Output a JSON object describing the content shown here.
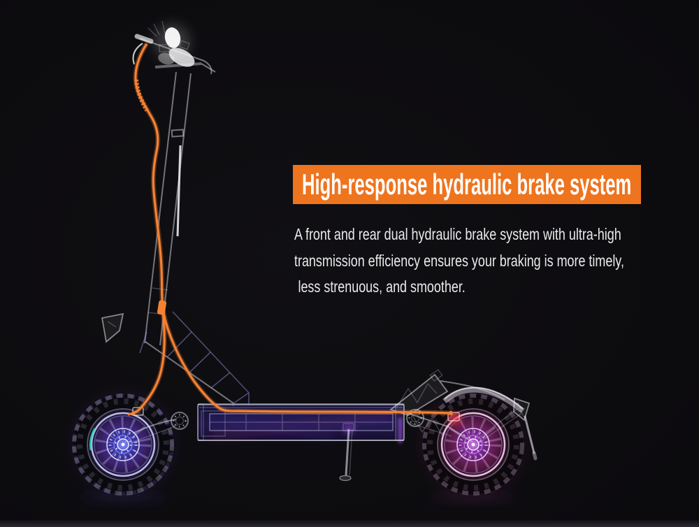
{
  "headline": {
    "text": "High-response hydraulic brake system"
  },
  "body": {
    "lines": [
      "A front and rear dual hydraulic brake system with ultra-high",
      "transmission efficiency ensures your braking is more timely,",
      "less strenuous, and smoother."
    ]
  },
  "illustration": {
    "name": "electric-scooter-xray-render",
    "parts": [
      "handlebar",
      "headlight",
      "stem",
      "folding-frame",
      "battery-deck",
      "kickstand",
      "front-wheel",
      "rear-wheel",
      "rear-fender",
      "tail-reflector",
      "hydraulic-brake-lines",
      "front-brake-caliper",
      "rear-brake-caliper"
    ]
  },
  "theme": {
    "accent": "#ee741e",
    "cable": "#f58233",
    "body-text": "#eaeaea",
    "glow-front": "#4a52e8",
    "glow-rear": "#c13bd8"
  }
}
